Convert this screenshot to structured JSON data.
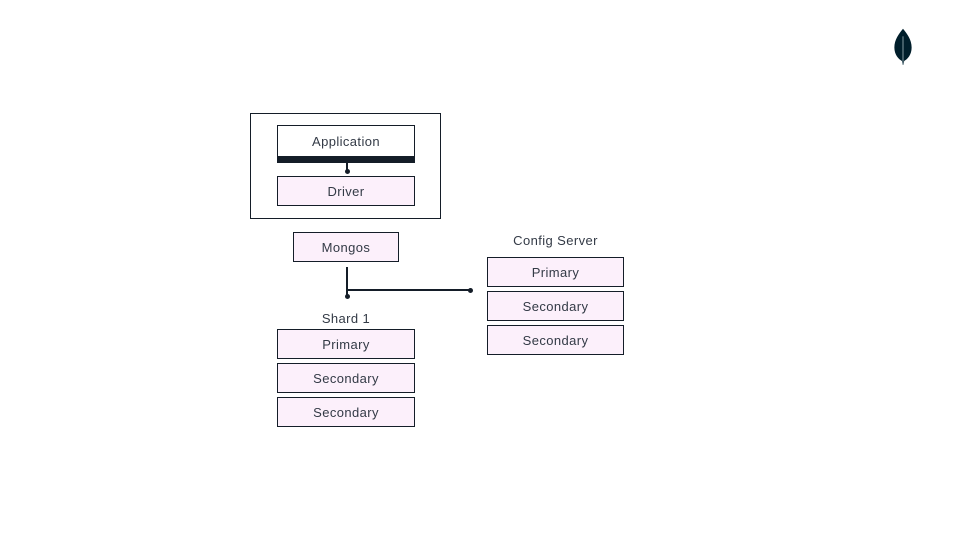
{
  "logo": {
    "icon": "mongodb-leaf-icon",
    "color": "#001E2B"
  },
  "diagram": {
    "application": {
      "label": "Application"
    },
    "driver": {
      "label": "Driver"
    },
    "mongos": {
      "label": "Mongos"
    },
    "config_server": {
      "title": "Config Server",
      "nodes": [
        "Primary",
        "Secondary",
        "Secondary"
      ]
    },
    "shard_1": {
      "title": "Shard 1",
      "nodes": [
        "Primary",
        "Secondary",
        "Secondary"
      ]
    },
    "colors": {
      "node_fill": "#fcf0fb",
      "node_border": "#141d28",
      "application_fill": "#ffffff",
      "application_underline": "#141d28",
      "text": "#333a46",
      "connector": "#141d28",
      "logo": "#001E2B"
    }
  }
}
